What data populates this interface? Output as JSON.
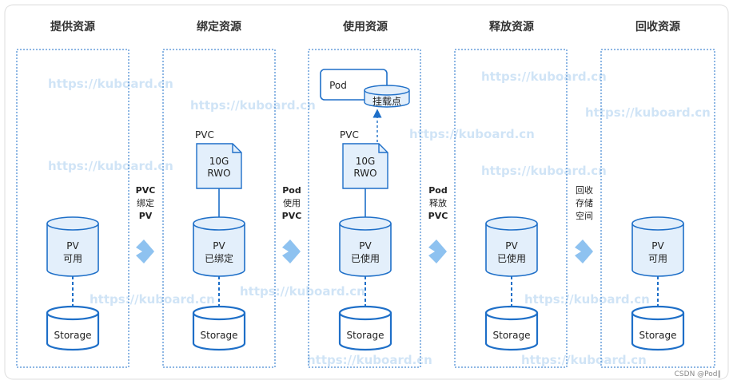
{
  "stages": [
    {
      "title": "提供资源",
      "pv_line1": "PV",
      "pv_line2": "可用",
      "storage": "Storage"
    },
    {
      "title": "绑定资源",
      "pvc_label": "PVC",
      "doc_line1": "10G",
      "doc_line2": "RWO",
      "pv_line1": "PV",
      "pv_line2": "已绑定",
      "storage": "Storage"
    },
    {
      "title": "使用资源",
      "pod": "Pod",
      "mount": "挂载点",
      "pvc_label": "PVC",
      "doc_line1": "10G",
      "doc_line2": "RWO",
      "pv_line1": "PV",
      "pv_line2": "已使用",
      "storage": "Storage"
    },
    {
      "title": "释放资源",
      "pv_line1": "PV",
      "pv_line2": "已使用",
      "storage": "Storage"
    },
    {
      "title": "回收资源",
      "pv_line1": "PV",
      "pv_line2": "可用",
      "storage": "Storage"
    }
  ],
  "transitions": [
    {
      "line1": "PVC",
      "line2": "绑定",
      "line3": "PV"
    },
    {
      "line1": "Pod",
      "line2": "使用",
      "line3": "PVC"
    },
    {
      "line1": "Pod",
      "line2": "释放",
      "line3": "PVC"
    },
    {
      "line1": "回收",
      "line2": "存储",
      "line3": "空间"
    }
  ],
  "watermark": "https://kuboard.cn",
  "footer": "CSDN @Pod‖",
  "colors": {
    "stroke": "#1e6fc8",
    "fill": "#e3effb",
    "arrow": "#8ec2f0",
    "dash": "#1e6fc8"
  }
}
